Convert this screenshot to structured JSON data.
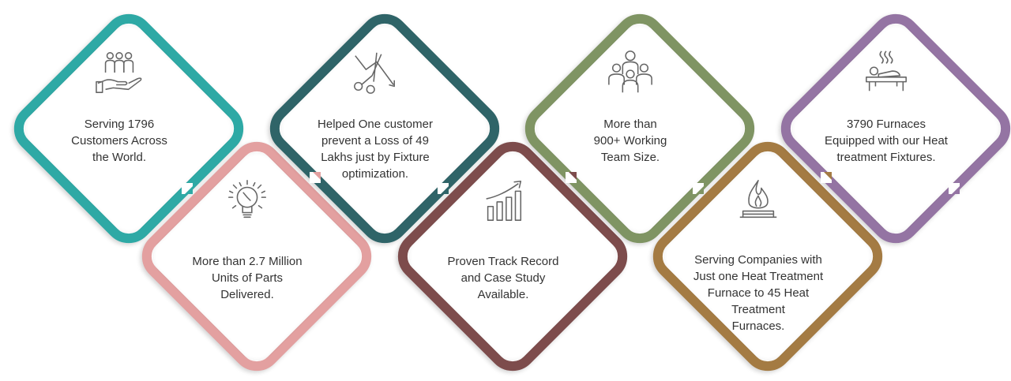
{
  "cards": [
    {
      "id": "customers",
      "color": "#2ea9a5",
      "icon": "customers-hand-icon",
      "text": "Serving 1796\nCustomers Across\nthe World."
    },
    {
      "id": "fixture",
      "color": "#2f6468",
      "icon": "scissors-cut-icon",
      "text": "Helped One customer\nprevent a Loss of 49\nLakhs just by Fixture\noptimization."
    },
    {
      "id": "team",
      "color": "#7f9463",
      "icon": "team-people-icon",
      "text": "More than\n900+ Working\nTeam Size."
    },
    {
      "id": "furnaces",
      "color": "#9474a3",
      "icon": "heat-bed-icon",
      "text": "3790 Furnaces\nEquipped with our Heat\ntreatment Fixtures."
    },
    {
      "id": "units",
      "color": "#e3a0a0",
      "icon": "lightbulb-idea-icon",
      "text": "More than 2.7 Million\nUnits of Parts\nDelivered."
    },
    {
      "id": "track",
      "color": "#7d4c4c",
      "icon": "growth-chart-icon",
      "text": "Proven Track Record\nand Case Study\nAvailable."
    },
    {
      "id": "companies",
      "color": "#a47b43",
      "icon": "flame-burner-icon",
      "text": "Serving Companies with\nJust one Heat Treatment\nFurnace to 45 Heat\nTreatment\nFurnaces."
    }
  ]
}
